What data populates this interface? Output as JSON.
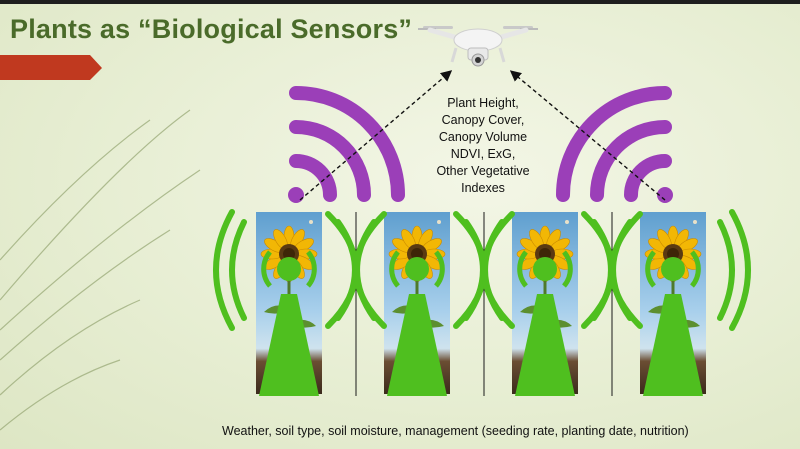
{
  "slide": {
    "title": "Plants as “Biological Sensors”",
    "drone_metrics": [
      "Plant Height,",
      "Canopy Cover,",
      "Canopy Volume",
      "NDVI, ExG,",
      "Other Vegetative",
      "Indexes"
    ],
    "footer": "Weather, soil type, soil moisture, management (seeding rate, planting date, nutrition)"
  },
  "colors": {
    "title": "#4a6b2a",
    "accent_arrow": "#c0391f",
    "wifi_purple": "#9b3fb8",
    "signal_green": "#4fbf1f"
  },
  "icons": [
    "drone-icon",
    "wifi-signal-icon",
    "sunflower-photo",
    "plant-sensor-icon",
    "dashed-arrow-icon"
  ]
}
